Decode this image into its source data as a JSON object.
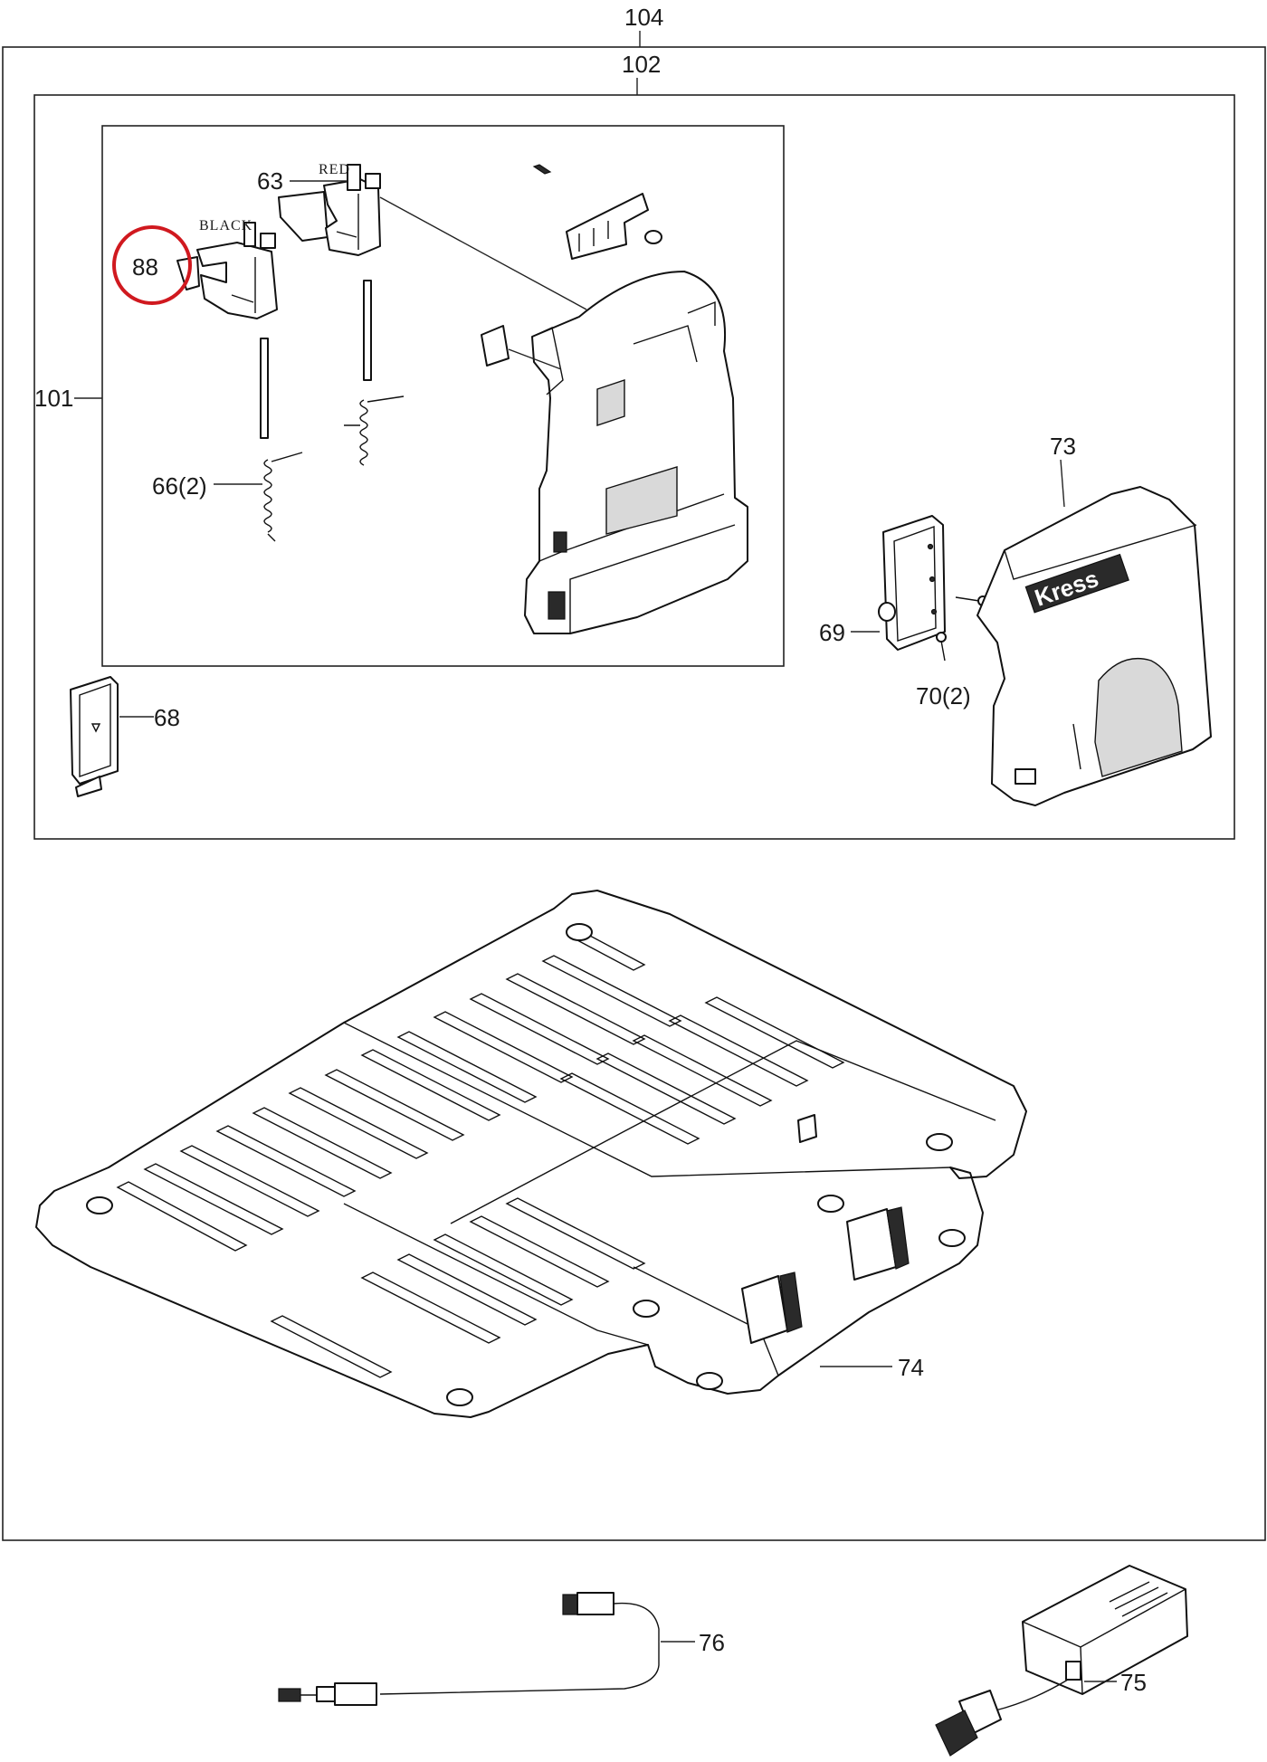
{
  "labels": {
    "assembly_104": "104",
    "assembly_102": "102",
    "assembly_101": "101",
    "part_63": "63",
    "part_88": "88",
    "part_66": "66(2)",
    "part_68": "68",
    "part_69": "69",
    "part_70": "70(2)",
    "part_73": "73",
    "part_74": "74",
    "part_75": "75",
    "part_76": "76"
  },
  "wire_labels": {
    "red": "RED",
    "black": "BLACK"
  },
  "brand_text": "Kress",
  "colors": {
    "line": "#111111",
    "highlight_circle": "#d0191f",
    "background": "#ffffff"
  }
}
